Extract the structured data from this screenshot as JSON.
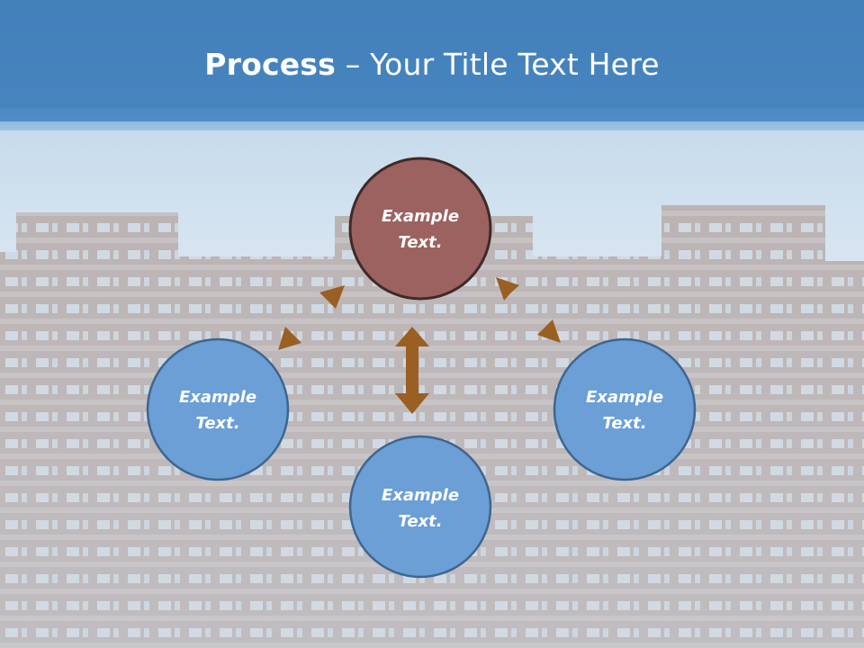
{
  "title": {
    "bold": "Process",
    "separator": " – ",
    "rest": "Your Title Text Here"
  },
  "colors": {
    "title_band": "#3f7fbd",
    "sky": "#cfe0ef",
    "building": "#9b8a86",
    "top_circle_fill": "#9c625f",
    "top_circle_stroke": "#3e2a28",
    "blue_circle_fill": "#6b9fd6",
    "blue_circle_stroke": "#3d6690",
    "arrow": "#9a5f23"
  },
  "nodes": {
    "top": {
      "line1": "Example",
      "line2": "Text."
    },
    "left": {
      "line1": "Example",
      "line2": "Text."
    },
    "right": {
      "line1": "Example",
      "line2": "Text."
    },
    "bottom": {
      "line1": "Example",
      "line2": "Text."
    }
  }
}
